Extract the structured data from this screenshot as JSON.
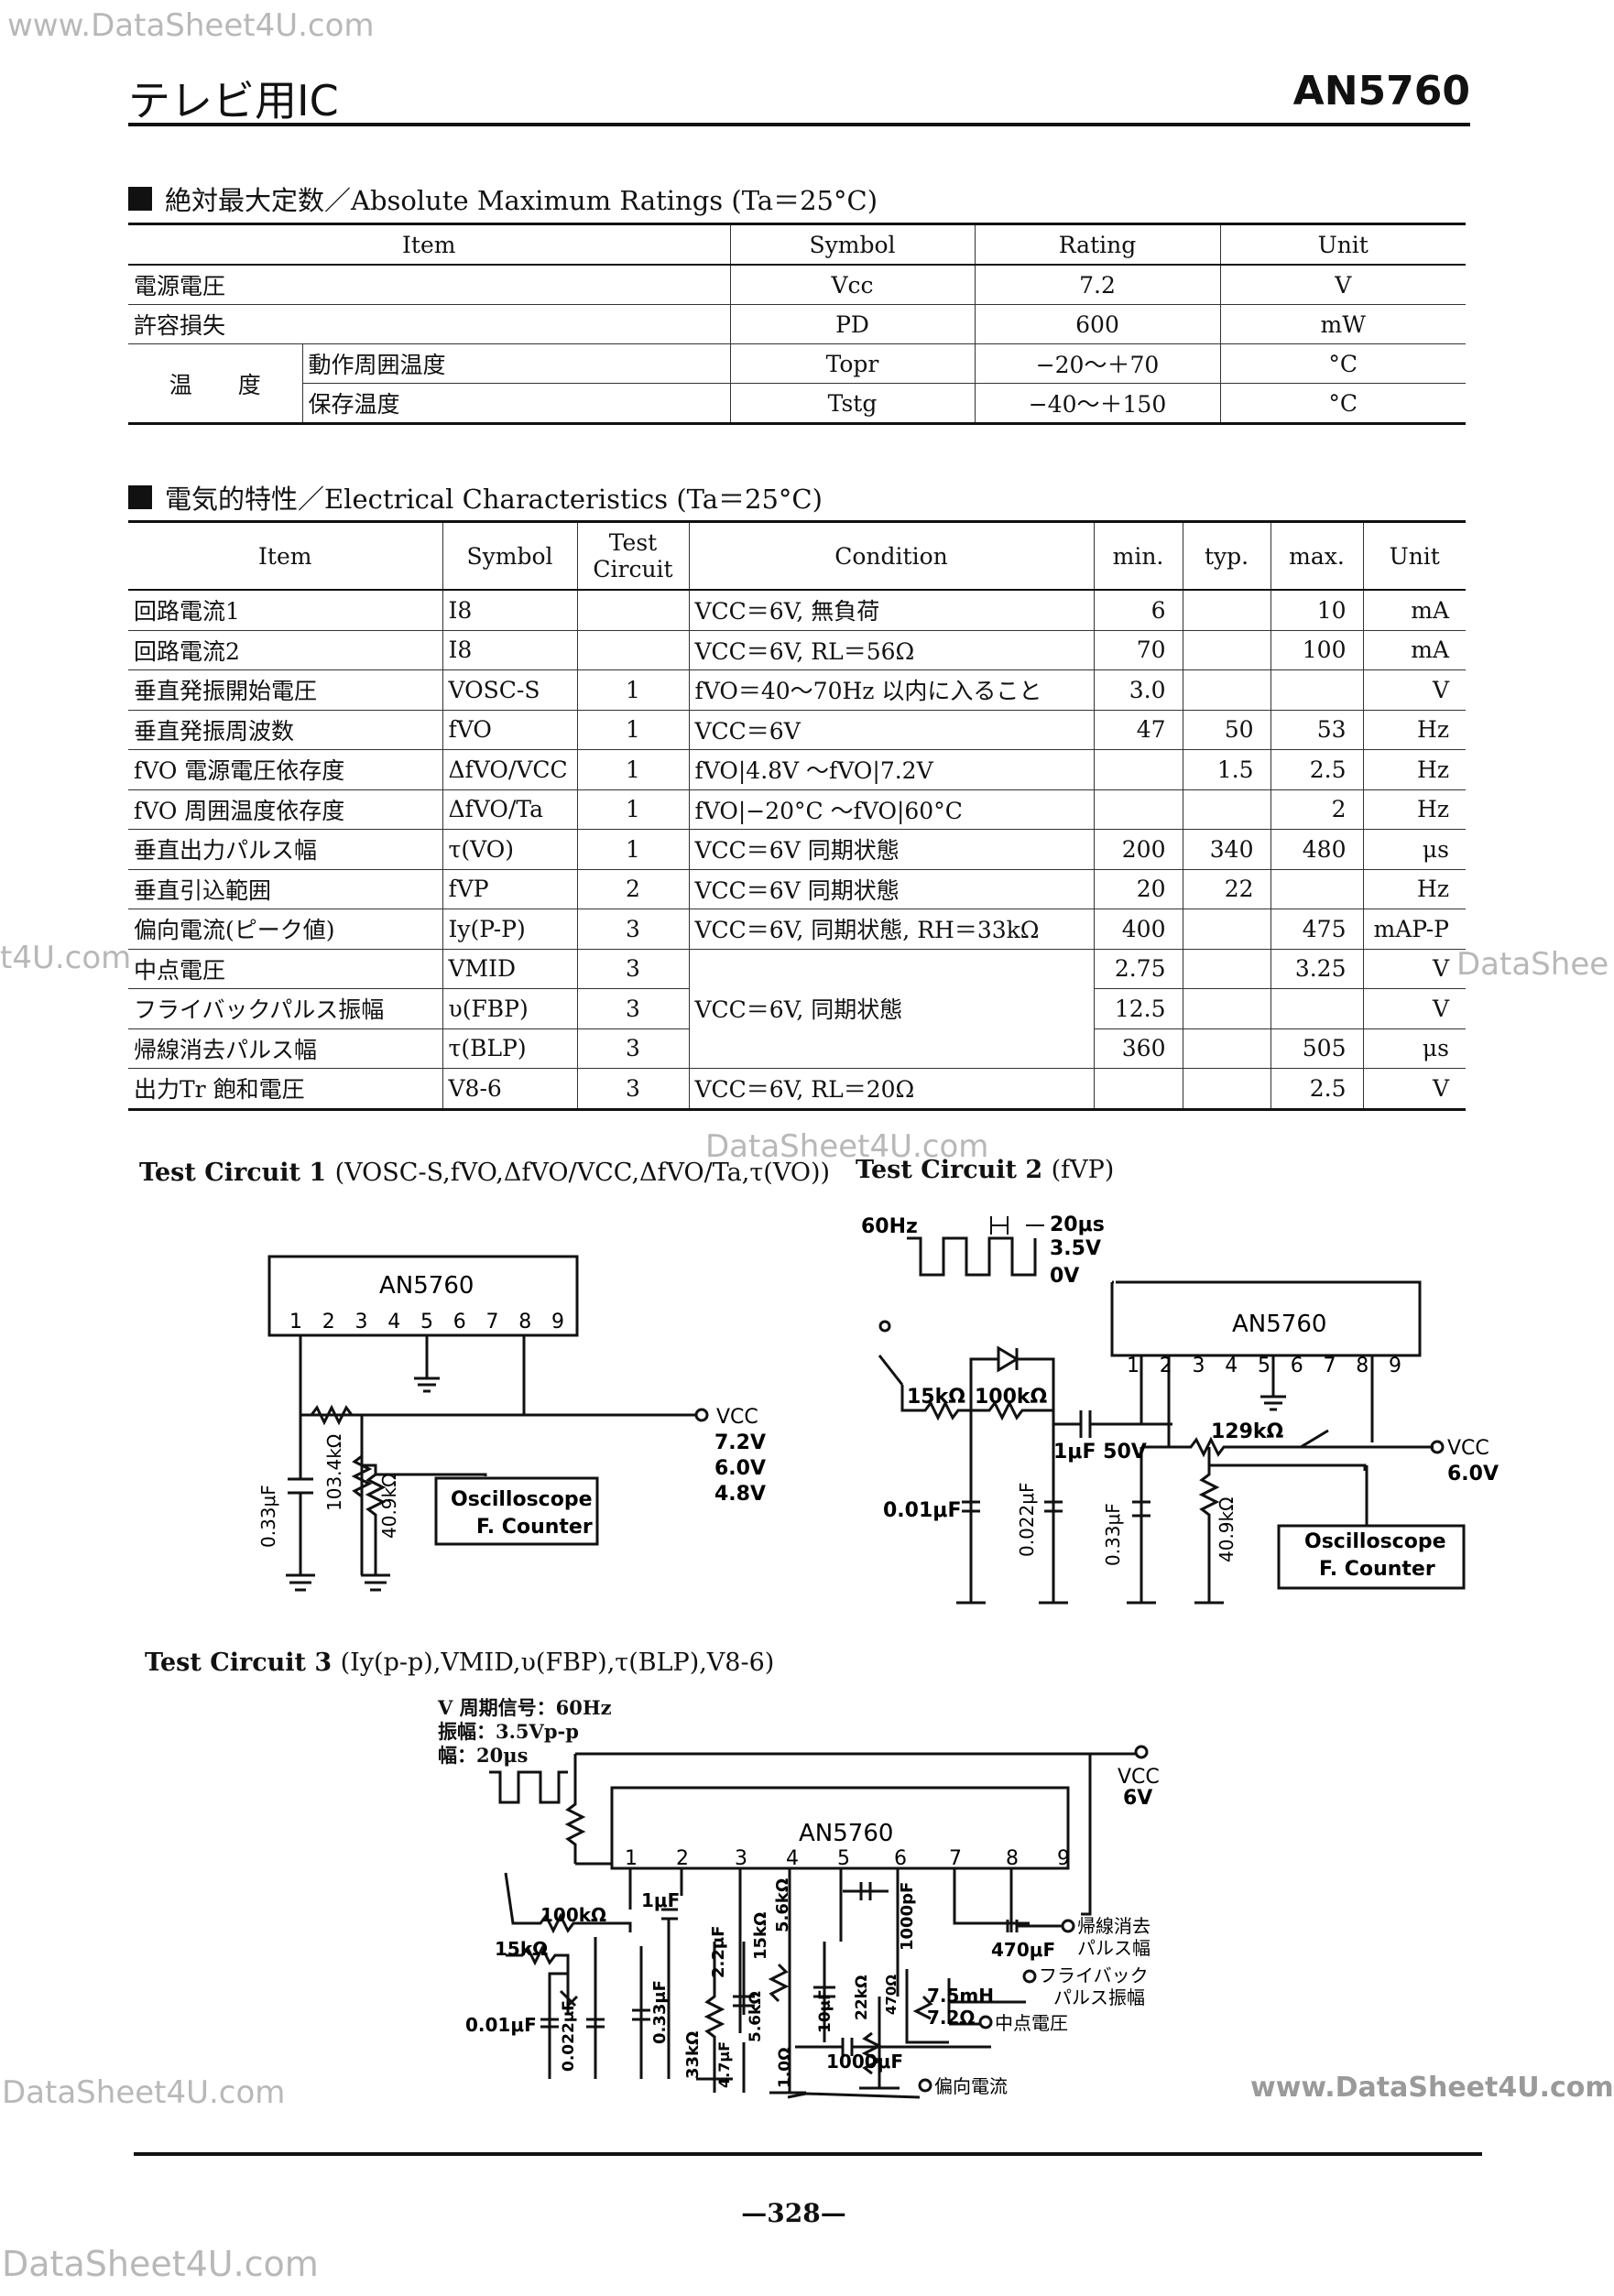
{
  "watermarks": {
    "top": "www.DataSheet4U.com",
    "left_mid": "t4U.com",
    "right_mid": "DataShee",
    "center": "DataSheet4U.com",
    "bottom_left": "DataSheet4U.com",
    "bottom_right": "www.DataSheet4U.com",
    "footer_left": "DataSheet4U.com"
  },
  "header": {
    "title": "テレビ用IC",
    "part": "AN5760"
  },
  "abs_max": {
    "heading": "絶対最大定数／Absolute Maximum Ratings (Ta＝25°C)",
    "columns": [
      "Item",
      "Symbol",
      "Rating",
      "Unit"
    ],
    "rows": [
      {
        "item": "電源電圧",
        "symbol": "Vcc",
        "rating": "7.2",
        "unit": "V"
      },
      {
        "item": "許容損失",
        "symbol": "PD",
        "rating": "600",
        "unit": "mW"
      },
      {
        "group": "温　　度",
        "item": "動作周囲温度",
        "symbol": "Topr",
        "rating": "−20〜＋70",
        "unit": "°C"
      },
      {
        "item": "保存温度",
        "symbol": "Tstg",
        "rating": "−40〜＋150",
        "unit": "°C"
      }
    ]
  },
  "elec": {
    "heading": "電気的特性／Electrical Characteristics (Ta＝25°C)",
    "columns": [
      "Item",
      "Symbol",
      "Test Circuit",
      "Condition",
      "min.",
      "typ.",
      "max.",
      "Unit"
    ],
    "rows": [
      {
        "item": "回路電流1",
        "symbol": "I8",
        "tc": "",
        "cond": "VCC＝6V, 無負荷",
        "min": "6",
        "typ": "",
        "max": "10",
        "unit": "mA"
      },
      {
        "item": "回路電流2",
        "symbol": "I8",
        "tc": "",
        "cond": "VCC＝6V, RL＝56Ω",
        "min": "70",
        "typ": "",
        "max": "100",
        "unit": "mA"
      },
      {
        "item": "垂直発振開始電圧",
        "symbol": "VOSC-S",
        "tc": "1",
        "cond": "fVO＝40〜70Hz 以内に入ること",
        "min": "3.0",
        "typ": "",
        "max": "",
        "unit": "V"
      },
      {
        "item": "垂直発振周波数",
        "symbol": "fVO",
        "tc": "1",
        "cond": "VCC＝6V",
        "min": "47",
        "typ": "50",
        "max": "53",
        "unit": "Hz"
      },
      {
        "item": "fVO 電源電圧依存度",
        "symbol": "ΔfVO/VCC",
        "tc": "1",
        "cond": "fVO|4.8V 〜fVO|7.2V",
        "min": "",
        "typ": "1.5",
        "max": "2.5",
        "unit": "Hz"
      },
      {
        "item": "fVO 周囲温度依存度",
        "symbol": "ΔfVO/Ta",
        "tc": "1",
        "cond": "fVO|−20°C 〜fVO|60°C",
        "min": "",
        "typ": "",
        "max": "2",
        "unit": "Hz"
      },
      {
        "item": "垂直出力パルス幅",
        "symbol": "τ(VO)",
        "tc": "1",
        "cond": "VCC＝6V 同期状態",
        "min": "200",
        "typ": "340",
        "max": "480",
        "unit": "μs"
      },
      {
        "item": "垂直引込範囲",
        "symbol": "fVP",
        "tc": "2",
        "cond": "VCC＝6V 同期状態",
        "min": "20",
        "typ": "22",
        "max": "",
        "unit": "Hz"
      },
      {
        "item": "偏向電流(ピーク値)",
        "symbol": "Iy(P-P)",
        "tc": "3",
        "cond": "VCC＝6V, 同期状態, RH＝33kΩ",
        "min": "400",
        "typ": "",
        "max": "475",
        "unit": "mAP-P"
      },
      {
        "item": "中点電圧",
        "symbol": "VMID",
        "tc": "3",
        "cond": "VCC＝6V, 同期状態",
        "min": "2.75",
        "typ": "",
        "max": "3.25",
        "unit": "V"
      },
      {
        "item": "フライバックパルス振幅",
        "symbol": "υ(FBP)",
        "tc": "3",
        "cond": "",
        "min": "12.5",
        "typ": "",
        "max": "",
        "unit": "V"
      },
      {
        "item": "帰線消去パルス幅",
        "symbol": "τ(BLP)",
        "tc": "3",
        "cond": "",
        "min": "360",
        "typ": "",
        "max": "505",
        "unit": "μs"
      },
      {
        "item": "出力Tr 飽和電圧",
        "symbol": "V8-6",
        "tc": "3",
        "cond": "VCC＝6V, RL＝20Ω",
        "min": "",
        "typ": "",
        "max": "2.5",
        "unit": "V"
      }
    ]
  },
  "tc1": {
    "title": "Test Circuit 1",
    "params": "(VOSC-S,fVO,ΔfVO/VCC,ΔfVO/Ta,τ(VO))",
    "ic": "AN5760",
    "pins": "1 2 3 4 5 6 7 8 9",
    "vcc": "VCC",
    "volts": [
      "7.2V",
      "6.0V",
      "4.8V"
    ],
    "cap": "0.33μF",
    "r1": "103.4kΩ",
    "r2": "40.9kΩ",
    "scope1": "Oscilloscope",
    "scope2": "F. Counter"
  },
  "tc2": {
    "title": "Test Circuit 2",
    "params": "(fVP)",
    "freq": "60Hz",
    "width": "20μs",
    "v_hi": "3.5V",
    "v_lo": "0V",
    "ic": "AN5760",
    "pins": "1 2 3 4 5 6 7 8 9",
    "r15": "15kΩ",
    "r100": "100kΩ",
    "c1": "1μF 50V",
    "r129": "129kΩ",
    "vcc": "VCC",
    "vcc_v": "6.0V",
    "c001": "0.01μF",
    "c0022": "0.022μF",
    "c033": "0.33μF",
    "r409": "40.9kΩ",
    "scope1": "Oscilloscope",
    "scope2": "F. Counter"
  },
  "tc3": {
    "title": "Test Circuit 3",
    "params": "(Iy(p-p),VMID,υ(FBP),τ(BLP),V8-6)",
    "sig1": "V 周期信号：60Hz",
    "sig2": "振幅：3.5Vp-p",
    "sig3": "幅：20μs",
    "vcc": "VCC",
    "vcc_v": "6V",
    "ic": "AN5760",
    "pins": [
      "1",
      "2",
      "3",
      "4",
      "5",
      "6",
      "7",
      "8",
      "9"
    ],
    "r100": "100kΩ",
    "r15": "15kΩ",
    "c1": "1μF",
    "c001": "0.01μF",
    "c0022": "0.022μF",
    "c033": "0.33μF",
    "c22": "2.2μF",
    "r33": "33kΩ",
    "r15b": "15kΩ",
    "r56": "5.6kΩ",
    "r56b": "5.6kΩ",
    "c47": "4.7μF",
    "r10": "1.0Ω",
    "c10": "10μF",
    "r22": "22kΩ",
    "r470": "470Ω",
    "c1000p": "1000pF",
    "l": "7.5mH",
    "rl": "7.2Ω",
    "c1000": "1000μF",
    "c470": "470μF",
    "out1a": "帰線消去",
    "out1b": "パルス幅",
    "out2a": "フライバック",
    "out2b": "パルス振幅",
    "out3": "中点電圧",
    "out4": "偏向電流"
  },
  "footer": {
    "page": "—328—"
  }
}
